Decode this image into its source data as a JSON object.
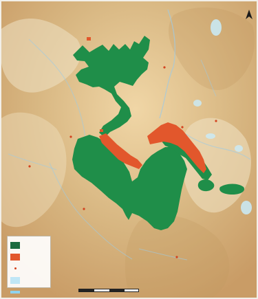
{
  "map": {
    "colors": {
      "terrain_base": "#d8b782",
      "terrain_light": "#efe0bf",
      "terrain_dark": "#b98b58",
      "water": "#bfe6f6",
      "green_area": "#1f8e49",
      "red_area": "#e2572c",
      "town": "#d3421f"
    },
    "legend": {
      "items": [
        {
          "icon": "dark-green-swatch",
          "label": "",
          "color": "#1c6b3f"
        },
        {
          "icon": "red-swatch",
          "label": "",
          "color": "#e2572c"
        },
        {
          "icon": "town-dot",
          "label": "",
          "color": "#d3421f"
        },
        {
          "icon": "lake-swatch",
          "label": "",
          "color": "#bfe6f6"
        },
        {
          "icon": "river-swatch",
          "label": "",
          "color": "#8fd3ef"
        }
      ]
    },
    "north_arrow": "north-arrow-icon",
    "scale_bar": "scale-bar-icon"
  }
}
